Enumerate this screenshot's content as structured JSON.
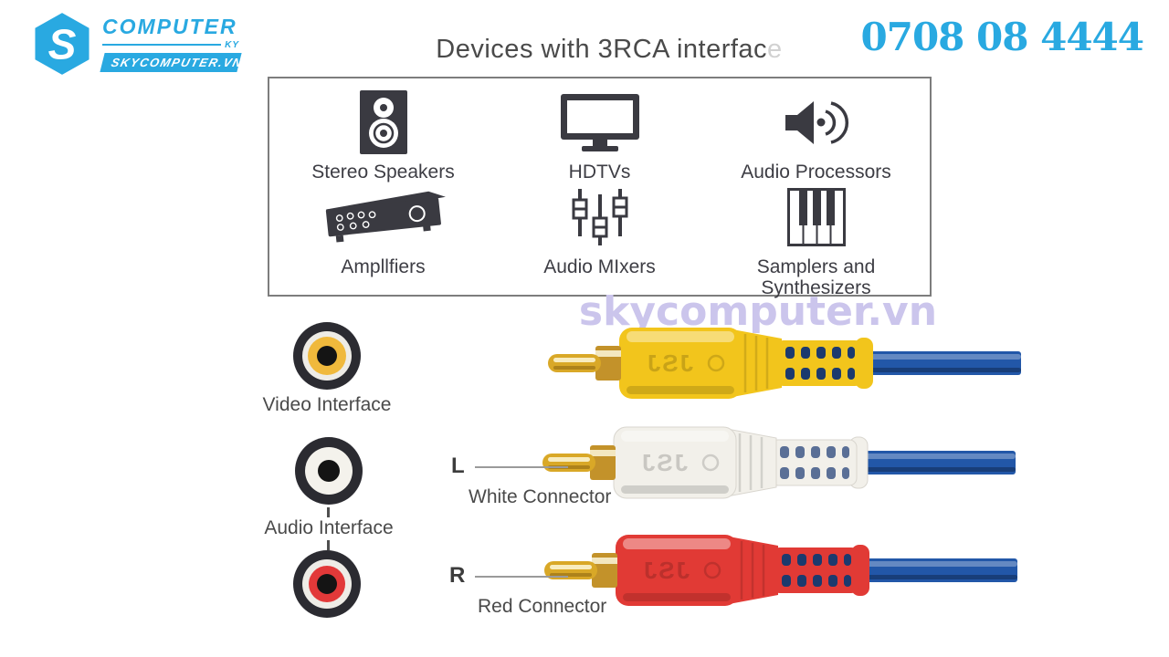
{
  "brand": {
    "logo_letter": "S",
    "logo_title": "COMPUTER",
    "logo_sub": "KY",
    "logo_banner": "SKYCOMPUTER.VN",
    "phone": "0708 08 4444"
  },
  "header": {
    "title": "Devices with 3RCA interfac",
    "title_cut": "e"
  },
  "watermark": "skycomputer.vn",
  "colors": {
    "accent": "#29a9e1",
    "watermark_purple": "#cbc5ec",
    "title_gray": "#4a4a4a",
    "icon_dark": "#3a3a41",
    "cable_blue": "#2257a8",
    "connector_yellow": "#f2c51c",
    "connector_white": "#f2f0ea",
    "connector_red": "#e13a35",
    "jack_yellow": "#f0b93c",
    "jack_red": "#e23939"
  },
  "devices_box": {
    "items": [
      {
        "label": "Stereo Speakers",
        "icon": "stereo-speaker-icon"
      },
      {
        "label": "HDTVs",
        "icon": "tv-icon"
      },
      {
        "label": "Audio Processors",
        "icon": "speaker-wave-icon"
      },
      {
        "label": "Ampllfiers",
        "icon": "amplifier-icon"
      },
      {
        "label": "Audio MIxers",
        "icon": "mixer-sliders-icon"
      },
      {
        "label": "Samplers and Synthesizers",
        "icon": "piano-keys-icon"
      }
    ]
  },
  "interfaces": {
    "video_label": "Video Interface",
    "audio_label": "Audio Interface"
  },
  "connectors": {
    "marking": "JSJ",
    "items": [
      {
        "color": "yellow"
      },
      {
        "color": "white",
        "channel": "L",
        "label": "White Connector"
      },
      {
        "color": "red",
        "channel": "R",
        "label": "Red Connector"
      }
    ]
  }
}
